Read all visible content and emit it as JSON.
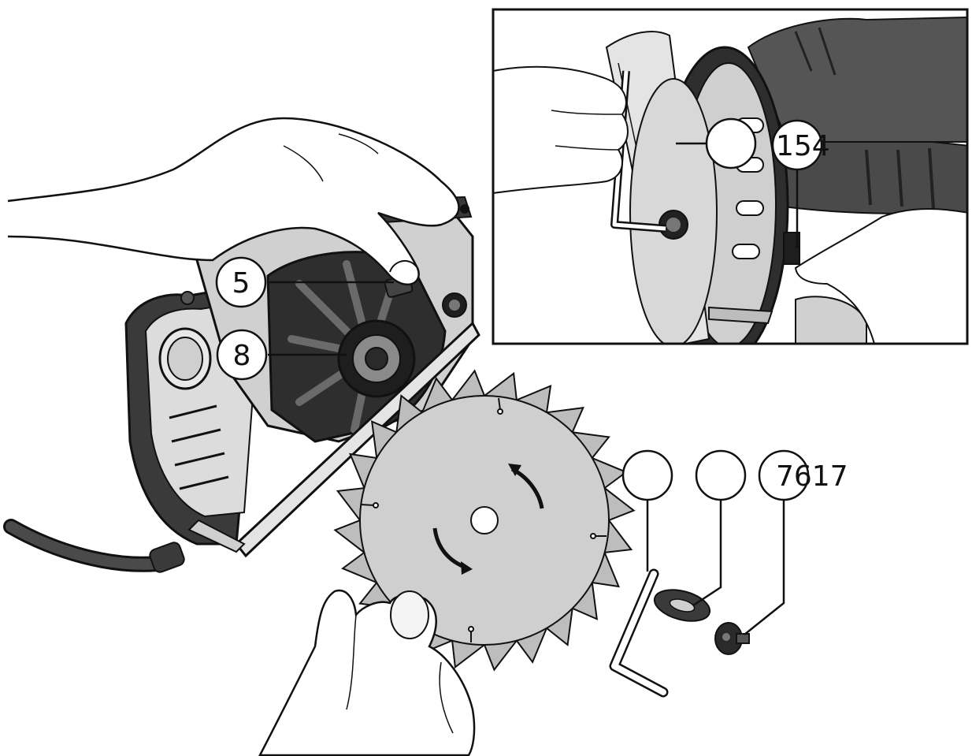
{
  "figure": {
    "callouts": [
      {
        "id": "callout-5",
        "label": "5"
      },
      {
        "id": "callout-8",
        "label": "8"
      },
      {
        "id": "callout-inset-blank",
        "label": ""
      },
      {
        "id": "callout-154",
        "label": "154"
      },
      {
        "id": "callout-wrench",
        "label": ""
      },
      {
        "id": "callout-washer",
        "label": ""
      },
      {
        "id": "callout-7617",
        "label": "7617"
      }
    ],
    "colors": {
      "line": "#111111",
      "saw_body": "#d9d9d9",
      "saw_dark": "#3a3a3a",
      "blade": "#bdbdbd",
      "blade_inner": "#cfcfcf",
      "skin": "#ffffff",
      "handle": "#555555",
      "inset_bg": "#ffffff"
    },
    "icons": {
      "saw": "circular-saw-illustration",
      "blade": "saw-blade-illustration",
      "wrench": "hex-key-illustration",
      "washer": "flange-washer-illustration",
      "bolt": "blade-bolt-illustration",
      "hand": "hand-illustration"
    }
  }
}
